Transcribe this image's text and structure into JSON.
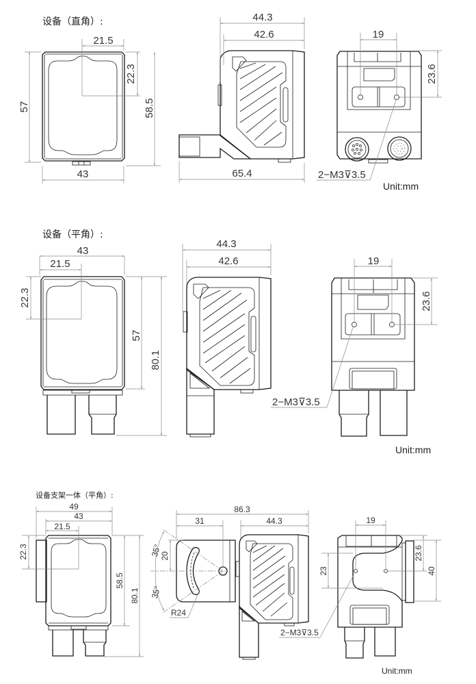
{
  "sections": [
    {
      "title": "设备（直角）:",
      "unit_label": "Unit:mm",
      "front": {
        "width": "43",
        "half_width": "21.5",
        "height": "57",
        "overall_height": "58.5",
        "center_offset": "22.3"
      },
      "side": {
        "depth": "44.3",
        "body_depth": "42.6",
        "overall_length": "65.4"
      },
      "back": {
        "hole_spacing": "19",
        "hole_height": "23.6",
        "thread_callout": "2−M3⊽3.5"
      }
    },
    {
      "title": "设备（平角）:",
      "unit_label": "Unit:mm",
      "front": {
        "width": "43",
        "half_width": "21.5",
        "center_offset": "22.3",
        "height": "57",
        "overall_height": "80.1"
      },
      "side": {
        "depth": "44.3",
        "body_depth": "42.6"
      },
      "back": {
        "hole_spacing": "19",
        "hole_height": "23.6",
        "thread_callout": "2−M3⊽3.5"
      }
    },
    {
      "title": "设备支架一体（平角）:",
      "unit_label": "Unit:mm",
      "front": {
        "overall_width": "49",
        "width": "43",
        "half_width": "21.5",
        "center_offset": "22.3",
        "height": "58.5",
        "overall_height": "80.1"
      },
      "side": {
        "overall_length": "86.3",
        "bracket_offset": "31",
        "depth": "44.3",
        "slot_height": "20",
        "angle_up": "35°",
        "angle_down": "35°",
        "radius": "R24"
      },
      "back": {
        "hole_spacing": "19",
        "hole_height": "23.6",
        "bracket_hole_height": "23",
        "bracket_height": "40",
        "thread_callout": "2−M3⊽3.5"
      }
    }
  ]
}
